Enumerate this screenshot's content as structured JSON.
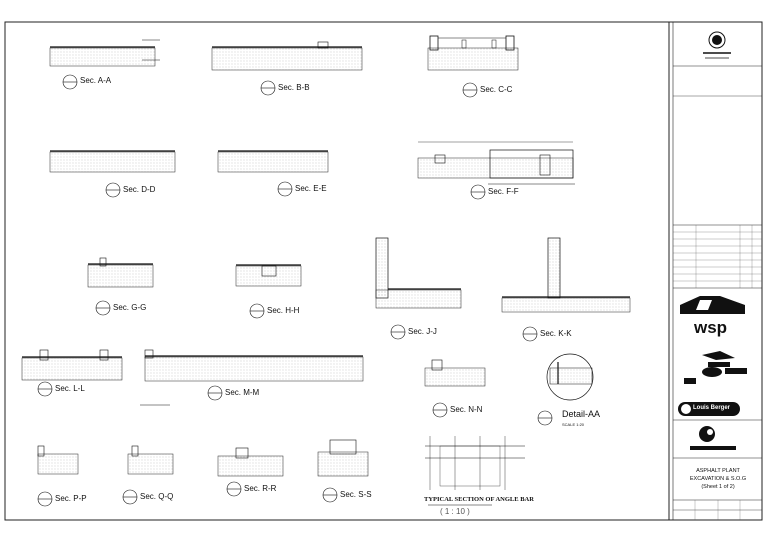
{
  "sections": [
    {
      "label": "Sec. A-A"
    },
    {
      "label": "Sec. B-B"
    },
    {
      "label": "Sec. C-C"
    },
    {
      "label": "Sec. D-D"
    },
    {
      "label": "Sec. E-E"
    },
    {
      "label": "Sec. F-F"
    },
    {
      "label": "Sec. G-G"
    },
    {
      "label": "Sec. H-H"
    },
    {
      "label": "Sec. J-J"
    },
    {
      "label": "Sec. K-K"
    },
    {
      "label": "Sec. L-L"
    },
    {
      "label": "Sec. M-M"
    },
    {
      "label": "Sec. N-N"
    },
    {
      "label": "Detail-AA"
    },
    {
      "label": "Sec. P-P"
    },
    {
      "label": "Sec. Q-Q"
    },
    {
      "label": "Sec. R-R"
    },
    {
      "label": "Sec. S-S"
    }
  ],
  "detail_scale": "SCALE 1:20",
  "angle_bar_title": "TYPICAL SECTION OF ANGLE BAR",
  "angle_bar_scale": "( 1 : 10 )",
  "title_block": {
    "drawing_title_line1": "ASPHALT PLANT",
    "drawing_title_line2": "EXCAVATION & S.O.G",
    "drawing_title_line3": "(Sheet 1 of 2)",
    "logos": [
      "wsp",
      "Louis Berger"
    ]
  }
}
